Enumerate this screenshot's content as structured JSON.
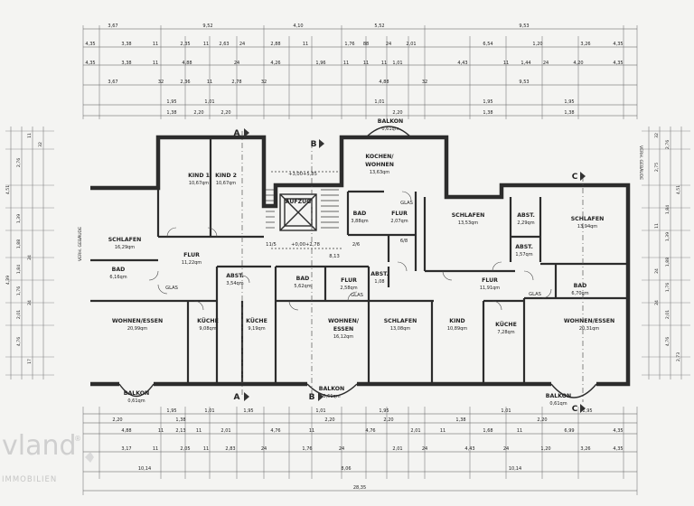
{
  "colors": {
    "paper": "#f4f4f2",
    "ink": "#222222",
    "wall": "#2c2c2c",
    "logo_gray": "#c9c9c9"
  },
  "section_marks": [
    "A",
    "B",
    "C"
  ],
  "rooms": [
    {
      "name": "KIND 1",
      "area": "10,67qm"
    },
    {
      "name": "KIND 2",
      "area": "10,67qm"
    },
    {
      "name": "AUFZUG",
      "area": ""
    },
    {
      "name": "KOCHEN/",
      "area": ""
    },
    {
      "name": "WOHNEN",
      "area": "13,63qm"
    },
    {
      "name": "BALKON",
      "area": "0,61qm"
    },
    {
      "name": "SCHLAFEN",
      "area": "16,29qm"
    },
    {
      "name": "FLUR",
      "area": "11,22qm"
    },
    {
      "name": "BAD",
      "area": "6,16qm"
    },
    {
      "name": "ABST.",
      "area": "3,54qm"
    },
    {
      "name": "BAD",
      "area": "3,88qm"
    },
    {
      "name": "FLUR",
      "area": "2,07qm"
    },
    {
      "name": "SCHLAFEN",
      "area": "13,53qm"
    },
    {
      "name": "ABST.",
      "area": "2,29qm"
    },
    {
      "name": "SCHLAFEN",
      "area": "13,94qm"
    },
    {
      "name": "ABST.",
      "area": "1,57qm"
    },
    {
      "name": "BAD",
      "area": "5,62qm"
    },
    {
      "name": "FLUR",
      "area": "2,58qm"
    },
    {
      "name": "ABST.",
      "area": "1,08"
    },
    {
      "name": "FLUR",
      "area": "11,91qm"
    },
    {
      "name": "BAD",
      "area": "6,70qm"
    },
    {
      "name": "WOHNEN/ESSEN",
      "area": "20,99qm"
    },
    {
      "name": "KÜCHE",
      "area": "9,08qm"
    },
    {
      "name": "KÜCHE",
      "area": "9,19qm"
    },
    {
      "name": "WOHNEN/",
      "area": ""
    },
    {
      "name": "ESSEN",
      "area": "16,12qm"
    },
    {
      "name": "SCHLAFEN",
      "area": "13,08qm"
    },
    {
      "name": "KIND",
      "area": "10,89qm"
    },
    {
      "name": "KÜCHE",
      "area": "7,28qm"
    },
    {
      "name": "WOHNEN/ESSEN",
      "area": "20,31qm"
    },
    {
      "name": "BALKON",
      "area": "0,61qm"
    },
    {
      "name": "BALKON",
      "area": "0,61qm"
    },
    {
      "name": "BALKON",
      "area": "0,61qm"
    }
  ],
  "stairs": {
    "level_1": "+3,00+5,85",
    "level_2": "+0,00+2,78",
    "steps_1": "11/5",
    "steps_2": "2/6",
    "steps_3": "6/8",
    "value": "8,13"
  },
  "glas_labels": [
    "GLAS",
    "GLAS",
    "GLAS",
    "GLAS"
  ],
  "neighbor_labels": [
    "VERH. GEBÄUDE",
    "VERH. GEBÄUDE"
  ],
  "dims_top": {
    "row1": [
      "3,67",
      "9,52",
      "4,10",
      "5,52",
      "9,53"
    ],
    "row2": [
      "4,35",
      "3,38",
      "11",
      "2,35",
      "11",
      "2,63",
      "24",
      "2,88",
      "11",
      "1,76",
      "88",
      "24",
      "2,01",
      "6,54",
      "1,20",
      "3,26",
      "4,35"
    ],
    "row3": [
      "4,35",
      "3,38",
      "11",
      "4,88",
      "24",
      "4,26",
      "1,96",
      "11",
      "11",
      "11",
      "1,01",
      "4,43",
      "11",
      "1,44",
      "24",
      "4,20",
      "4,35"
    ],
    "row4": [
      "3,67",
      "32",
      "2,36",
      "11",
      "2,78",
      "32",
      "4,88",
      "32",
      "9,53"
    ],
    "row5": [
      "1,95",
      "1,01",
      "1,01",
      "1,95",
      "1,95"
    ],
    "row6": [
      "1,38",
      "2,20",
      "2,20",
      "2,20",
      "1,38",
      "1,38"
    ]
  },
  "dims_bottom": {
    "row1": [
      "1,95",
      "1,01",
      "1,95",
      "1,01",
      "1,95",
      "1,01",
      "1,95"
    ],
    "row2": [
      "2,20",
      "1,38",
      "2,20",
      "2,20",
      "1,38",
      "2,20"
    ],
    "row3": [
      "4,88",
      "11",
      "2,13",
      "11",
      "2,01",
      "4,76",
      "11",
      "4,76",
      "2,01",
      "11",
      "1,68",
      "11",
      "6,99",
      "4,35"
    ],
    "row4": [
      "3,17",
      "11",
      "2,05",
      "11",
      "2,83",
      "24",
      "1,76",
      "24",
      "2,01",
      "24",
      "4,43",
      "24",
      "1,20",
      "3,26",
      "4,35"
    ],
    "row5": [
      "10,14",
      "8,06",
      "10,14"
    ],
    "row6": [
      "28,35"
    ]
  },
  "dims_left": [
    "4,51",
    "2,76",
    "11",
    "32",
    "1,39",
    "1,88",
    "24",
    "1,84",
    "4,39",
    "1,76",
    "24",
    "2,01",
    "4,76",
    "17"
  ],
  "dims_right": [
    "2,75",
    "4,51",
    "2,76",
    "32",
    "1,84",
    "11",
    "1,39",
    "1,88",
    "24",
    "1,76",
    "24",
    "2,01",
    "4,76",
    "2,73"
  ],
  "logo": {
    "text": "vland",
    "registered": "®",
    "sub": "IMMOBILIEN"
  }
}
